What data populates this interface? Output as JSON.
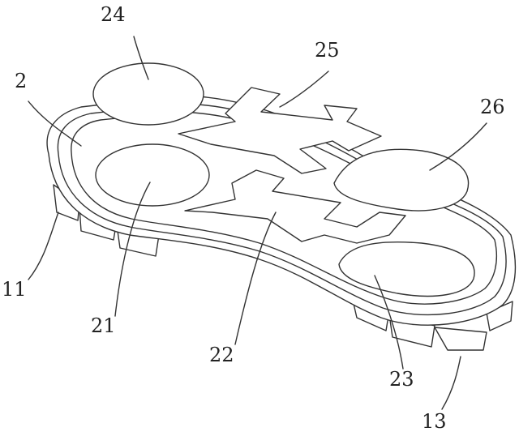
{
  "figure": {
    "labels": {
      "l24": "24",
      "l25": "25",
      "l2": "2",
      "l26": "26",
      "l11": "11",
      "l21": "21",
      "l22": "22",
      "l23": "23",
      "l13": "13"
    }
  }
}
